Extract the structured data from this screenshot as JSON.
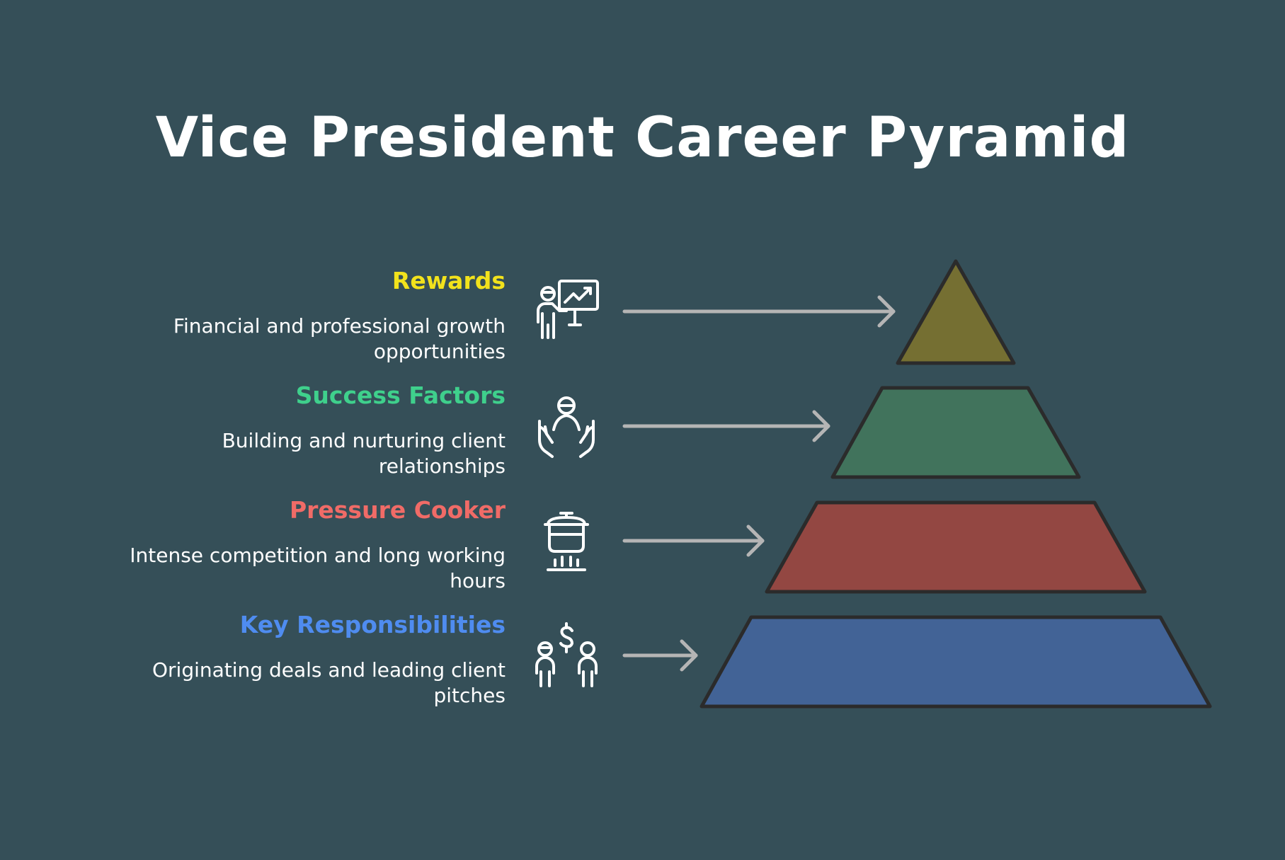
{
  "title": "Vice President Career Pyramid",
  "tiers": [
    {
      "heading": "Rewards",
      "description": "Financial and professional growth opportunities",
      "icon": "presentation-growth-icon",
      "heading_color": "#f2e21c",
      "fill_color": "#756f32"
    },
    {
      "heading": "Success Factors",
      "description": "Building and nurturing client relationships",
      "icon": "hands-holding-person-icon",
      "heading_color": "#3fd08c",
      "fill_color": "#41735c"
    },
    {
      "heading": "Pressure Cooker",
      "description": "Intense competition and long working hours",
      "icon": "cooking-pot-icon",
      "heading_color": "#f06b67",
      "fill_color": "#934742"
    },
    {
      "heading": "Key Responsibilities",
      "description": "Originating deals and leading client pitches",
      "icon": "people-dollar-icon",
      "heading_color": "#4f8cf0",
      "fill_color": "#426396"
    }
  ],
  "colors": {
    "background": "#354f58",
    "arrow": "#b5b5b5",
    "outline": "#2b2b2b"
  }
}
